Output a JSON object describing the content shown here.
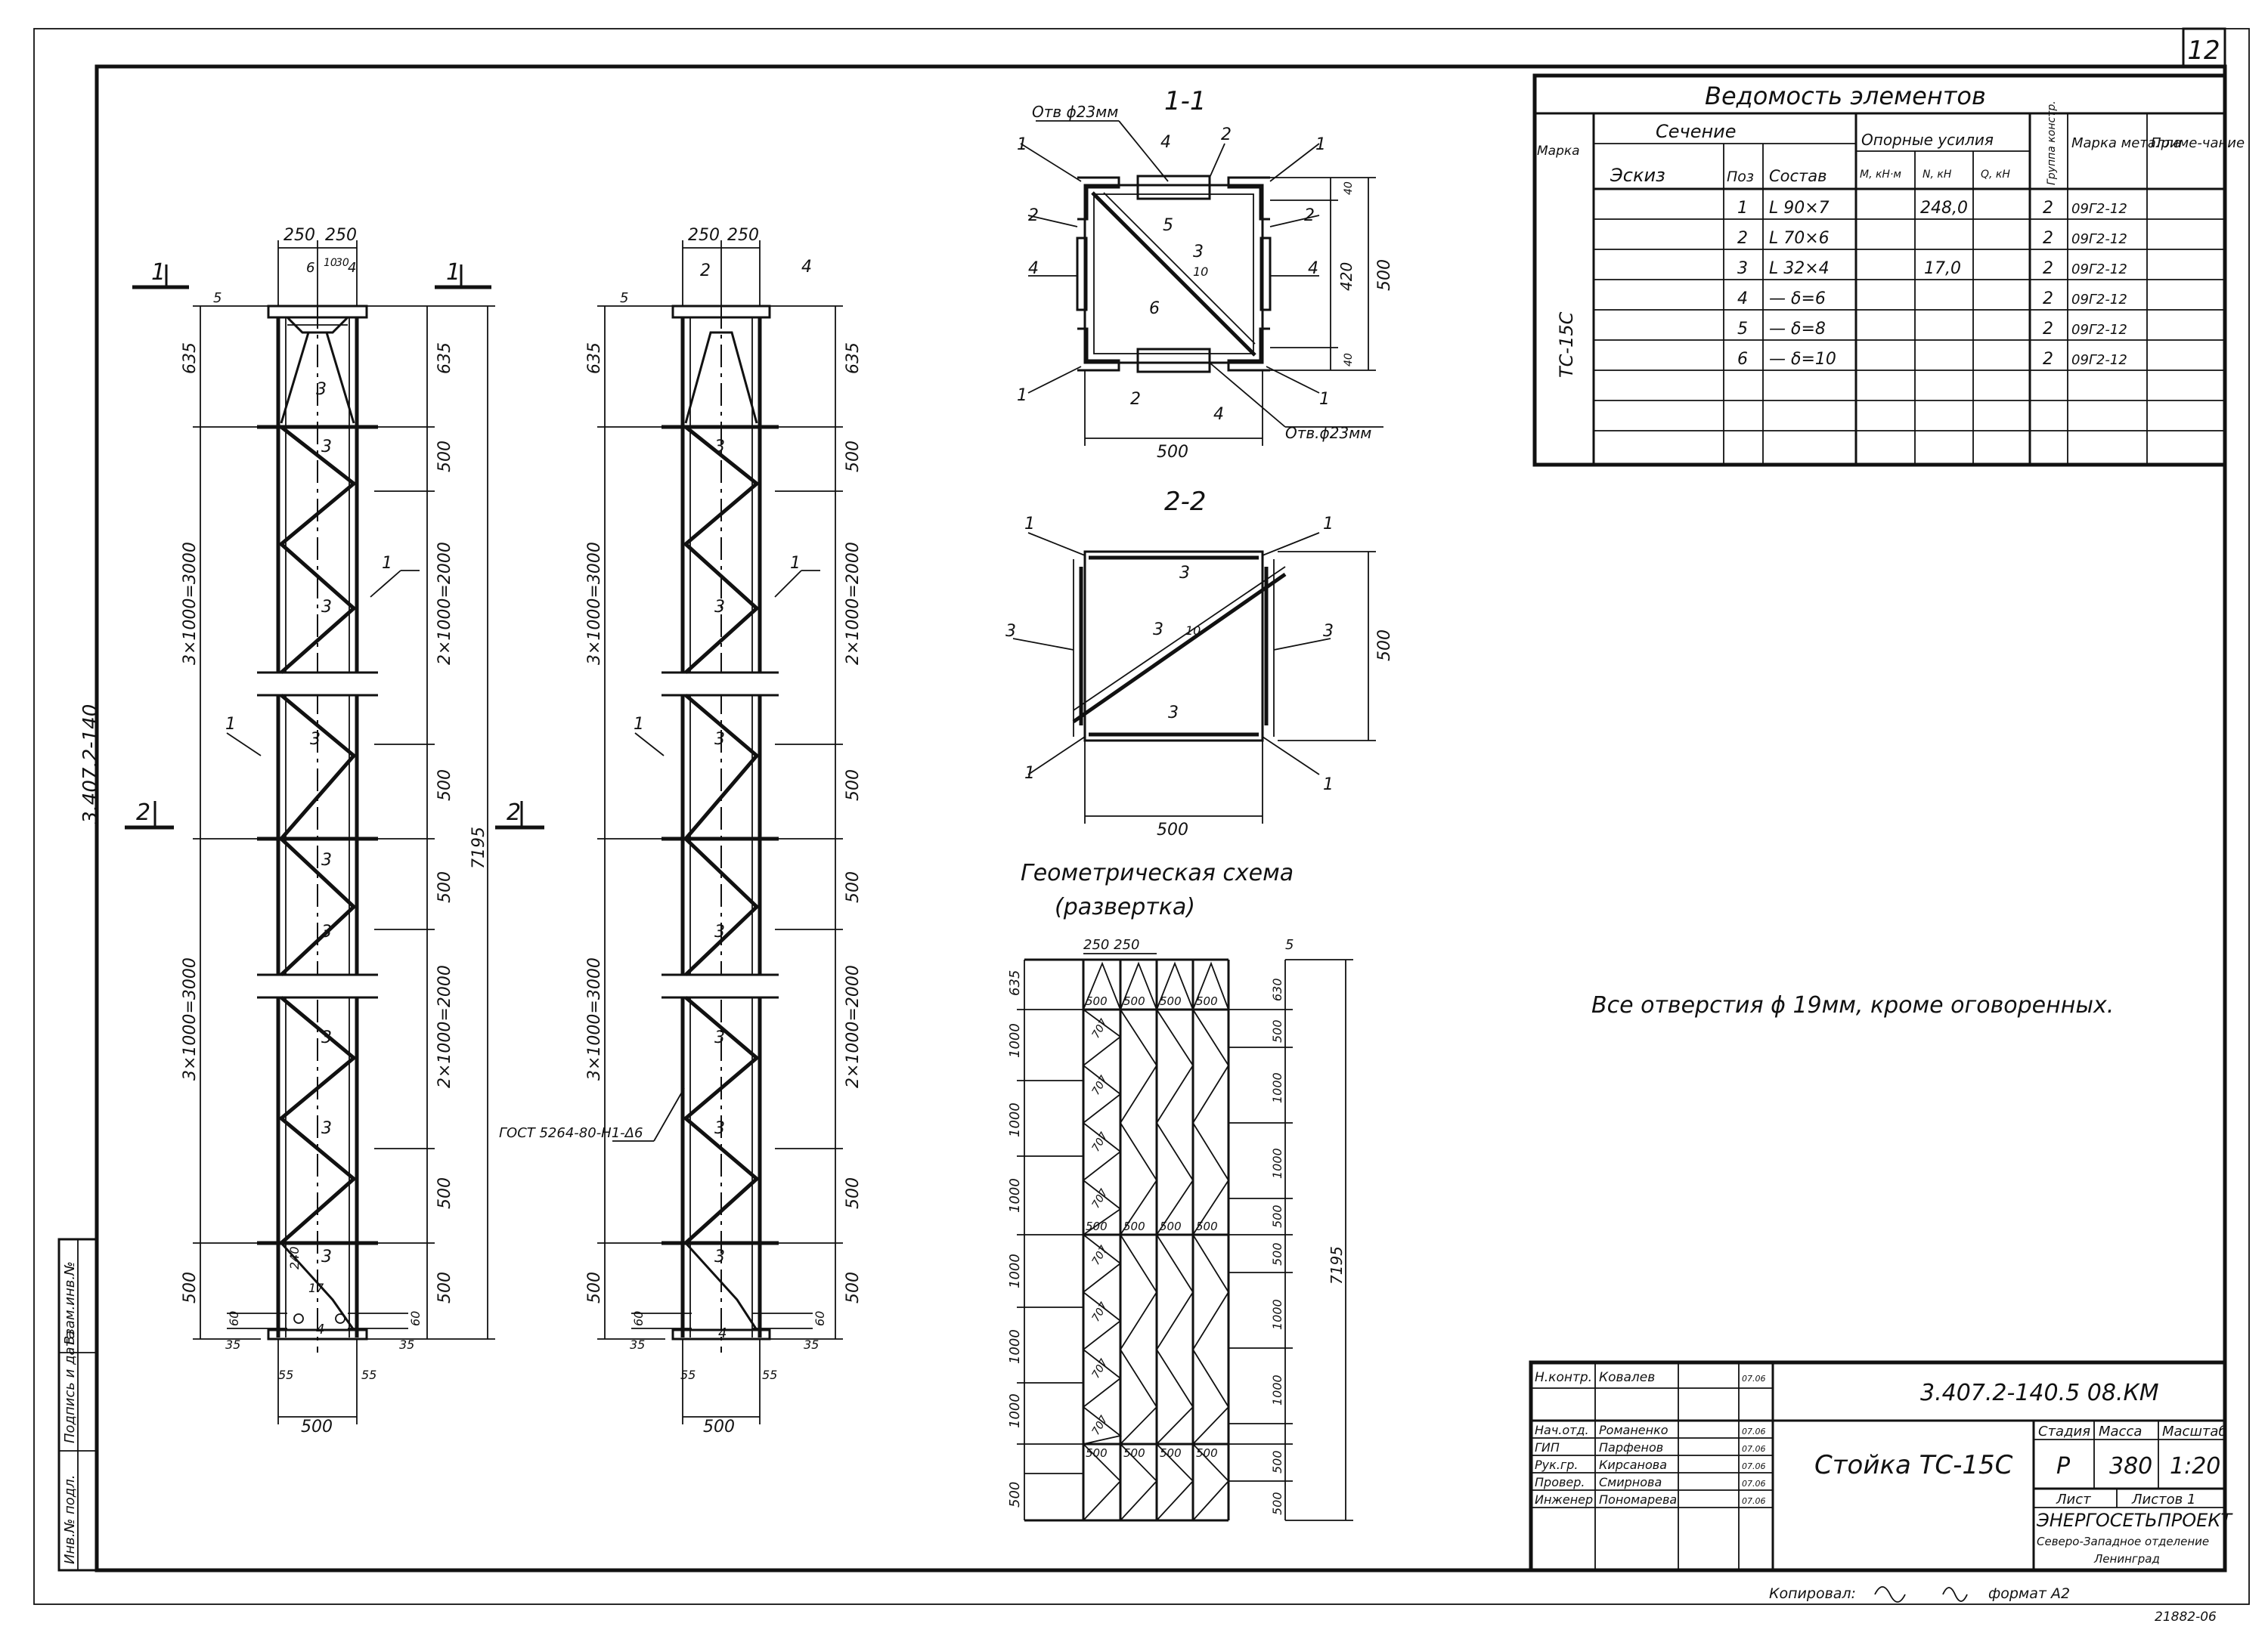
{
  "sheet_number": "12",
  "sheet_code_vertical": "3.407.2-140",
  "elements_table": {
    "title": "Ведомость элементов",
    "col_mark": "Марка",
    "col_section": "Сечение",
    "col_sketch": "Эскиз",
    "col_pos": "Поз",
    "col_composition": "Состав",
    "col_forces": "Опорные усилия",
    "col_force_m": "M, кН·м",
    "col_force_n": "N, кН",
    "col_force_q": "Q, кН",
    "col_group": "Группа констр.",
    "col_steel": "Марка металла",
    "col_note": "Приме-чание",
    "element_mark": "ТС-15С",
    "rows": [
      {
        "pos": "1",
        "comp": "L 90×7",
        "n": "248,0",
        "group": "2",
        "steel": "09Г2-12"
      },
      {
        "pos": "2",
        "comp": "L 70×6",
        "n": "",
        "group": "2",
        "steel": "09Г2-12"
      },
      {
        "pos": "3",
        "comp": "L 32×4",
        "n": "17,0",
        "group": "2",
        "steel": "09Г2-12"
      },
      {
        "pos": "4",
        "comp": "— δ=6",
        "n": "",
        "group": "2",
        "steel": "09Г2-12"
      },
      {
        "pos": "5",
        "comp": "— δ=8",
        "n": "",
        "group": "2",
        "steel": "09Г2-12"
      },
      {
        "pos": "6",
        "comp": "— δ=10",
        "n": "",
        "group": "2",
        "steel": "09Г2-12"
      }
    ]
  },
  "section_1": {
    "title": "1-1",
    "hole_label_top": "Отв ϕ23мм",
    "hole_label_bottom": "Отв.ϕ23мм",
    "dim_width": "500",
    "dim_height": "500",
    "dim_inner": "420",
    "dim_edge_top": "40",
    "dim_edge_bottom": "40",
    "diag_size": "10"
  },
  "section_2": {
    "title": "2-2",
    "dim_width": "500",
    "dim_height": "500",
    "diag_size": "10"
  },
  "geometry": {
    "title": "Геометрическая схема",
    "subtitle": "(развертка)",
    "top_dims": "250 250",
    "top_gap": "5",
    "left_dims": [
      "635",
      "1000",
      "1000",
      "1000",
      "1000",
      "1000",
      "1000",
      "500"
    ],
    "right_dims": [
      "630",
      "500",
      "1000",
      "1000",
      "500",
      "500",
      "1000",
      "1000",
      "500",
      "500"
    ],
    "panel_label": "500",
    "diag_label": "707",
    "total": "7195"
  },
  "elevation": {
    "top_w1": "250",
    "top_w2": "250",
    "bottom_w": "500",
    "dim_top": "635",
    "dim_mid": "500",
    "dim_span_left": "3×1000=3000",
    "dim_span_right": "2×1000=2000",
    "dim_bottom": "500",
    "total": "7195",
    "gap": "5",
    "small_6": "6",
    "small_4": "4",
    "small_10": "10",
    "small_30": "30",
    "bolt_60": "60",
    "bolt_35": "35",
    "bolt_55": "55",
    "gost": "ГОСТ 5264-80-Н1-Δ6",
    "weld_17": "17",
    "weld_240": "240",
    "section_mark_1": "1",
    "section_mark_2": "2"
  },
  "note": "Все отверстия ϕ 19мм, кроме оговоренных.",
  "title_block": {
    "code": "3.407.2-140.5  08.КМ",
    "name": "Стойка ТС-15С",
    "col_stage": "Стадия",
    "col_mass": "Масса",
    "col_scale": "Масштаб",
    "stage": "Р",
    "mass": "380",
    "scale": "1:20",
    "sheet": "Лист",
    "sheets": "Листов 1",
    "org_1": "ЭНЕРГОСЕТЬПРОЕКТ",
    "org_2": "Северо-Западное отделение",
    "org_3": "Ленинград",
    "staff": [
      {
        "role": "Н.контр.",
        "name": "Ковалев"
      },
      {
        "role": "Нач.отд.",
        "name": "Романенко"
      },
      {
        "role": "ГИП",
        "name": "Парфенов"
      },
      {
        "role": "Рук.гр.",
        "name": "Кирсанова"
      },
      {
        "role": "Провер.",
        "name": "Смирнова"
      },
      {
        "role": "Инженер",
        "name": "Пономарева"
      }
    ],
    "date": "07.06"
  },
  "left_stamp": [
    "Инв.№ подл.",
    "Подпись и дата",
    "Взам.инв.№"
  ],
  "footer": {
    "copied": "Копировал:",
    "format": "формат А2",
    "number": "21882-06"
  }
}
